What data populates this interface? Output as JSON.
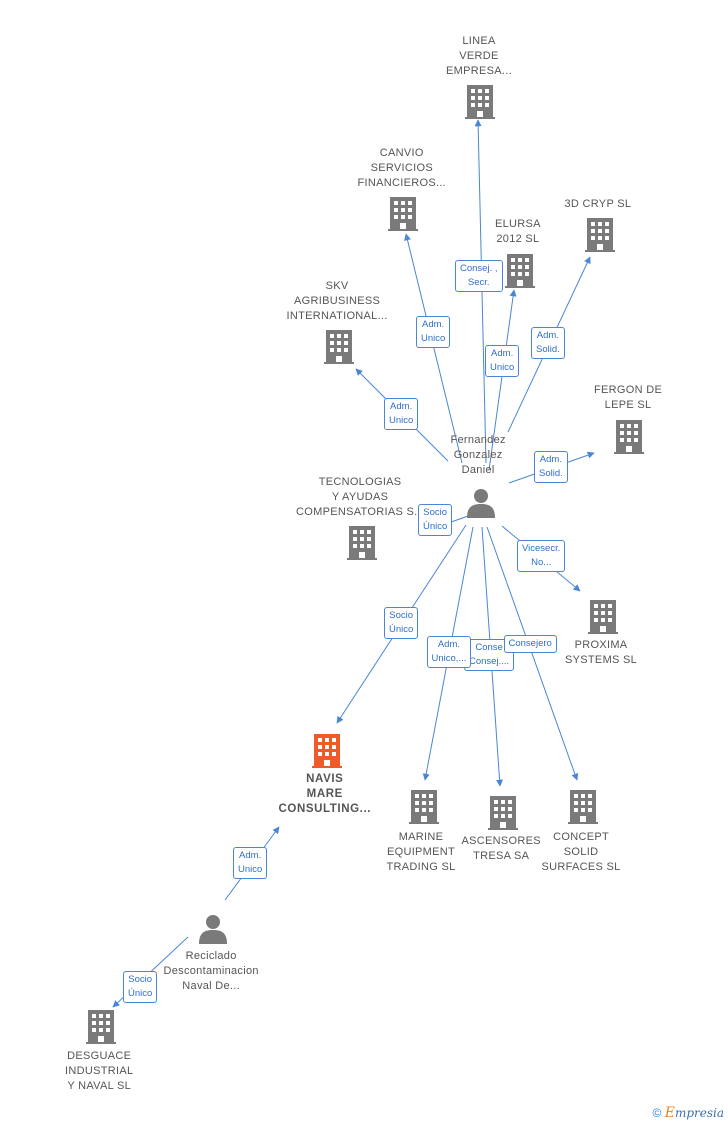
{
  "colors": {
    "edge": "#4a86d6",
    "building": "#7a7a7a",
    "focal_building": "#f05a28",
    "person": "#7a7a7a"
  },
  "nodes": [
    {
      "id": "linea",
      "type": "building-icon",
      "lines": [
        "LINEA",
        "VERDE",
        "EMPRESA..."
      ]
    },
    {
      "id": "canvio",
      "type": "building-icon",
      "lines": [
        "CANVIO",
        "SERVICIOS",
        "FINANCIEROS..."
      ]
    },
    {
      "id": "elursa",
      "type": "building-icon",
      "lines": [
        "ELURSA",
        "2012 SL"
      ]
    },
    {
      "id": "cryp",
      "type": "building-icon",
      "lines": [
        "3D CRYP SL"
      ]
    },
    {
      "id": "skv",
      "type": "building-icon",
      "lines": [
        "SKV",
        "AGRIBUSINESS",
        "INTERNATIONAL..."
      ]
    },
    {
      "id": "fergon",
      "type": "building-icon",
      "lines": [
        "FERGON DE",
        "LEPE  SL"
      ]
    },
    {
      "id": "fernandez",
      "type": "person-icon",
      "lines": [
        "Fernandez",
        "Gonzalez",
        "Daniel"
      ]
    },
    {
      "id": "tecnologias",
      "type": "building-icon",
      "lines": [
        "TECNOLOGIAS",
        "Y AYUDAS",
        "COMPENSATORIAS S..."
      ]
    },
    {
      "id": "proxima",
      "type": "building-icon",
      "lines": [
        "PROXIMA",
        "SYSTEMS SL"
      ]
    },
    {
      "id": "navis",
      "type": "building-icon",
      "focal": true,
      "lines": [
        "NAVIS",
        "MARE",
        "CONSULTING..."
      ]
    },
    {
      "id": "marine",
      "type": "building-icon",
      "lines": [
        "MARINE",
        "EQUIPMENT",
        "TRADING  SL"
      ]
    },
    {
      "id": "ascensores",
      "type": "building-icon",
      "lines": [
        "ASCENSORES",
        "TRESA SA"
      ]
    },
    {
      "id": "concept",
      "type": "building-icon",
      "lines": [
        "CONCEPT",
        "SOLID",
        "SURFACES  SL"
      ]
    },
    {
      "id": "reciclado",
      "type": "person-icon",
      "lines": [
        "Reciclado",
        "Descontaminacion",
        "Naval De..."
      ]
    },
    {
      "id": "desguace",
      "type": "building-icon",
      "lines": [
        "DESGUACE",
        "INDUSTRIAL",
        "Y NAVAL SL"
      ]
    }
  ],
  "edges": [
    {
      "from": "fernandez",
      "to": "linea",
      "lines": [
        "Consej. ,",
        "Secr."
      ]
    },
    {
      "from": "fernandez",
      "to": "canvio",
      "lines": [
        "Adm.",
        "Unico"
      ]
    },
    {
      "from": "fernandez",
      "to": "elursa",
      "lines": [
        "Adm.",
        "Unico"
      ]
    },
    {
      "from": "fernandez",
      "to": "cryp",
      "lines": [
        "Adm.",
        "Solid."
      ]
    },
    {
      "from": "fernandez",
      "to": "skv",
      "lines": [
        "Adm.",
        "Unico"
      ]
    },
    {
      "from": "fernandez",
      "to": "fergon",
      "lines": [
        "Adm.",
        "Solid."
      ]
    },
    {
      "from": "fernandez",
      "to": "tecnologias",
      "lines": [
        "Socio",
        "Único"
      ]
    },
    {
      "from": "fernandez",
      "to": "proxima",
      "lines": [
        "Vicesecr.",
        "No..."
      ]
    },
    {
      "from": "fernandez",
      "to": "navis",
      "lines": [
        "Socio",
        "Único"
      ]
    },
    {
      "from": "fernandez",
      "to": "ascensores",
      "lines": [
        "Conse",
        "Consej...."
      ]
    },
    {
      "from": "fernandez",
      "to": "marine",
      "lines": [
        "Adm.",
        "Unico,..."
      ]
    },
    {
      "from": "fernandez",
      "to": "concept",
      "lines": [
        "Consejero"
      ]
    },
    {
      "from": "reciclado",
      "to": "navis",
      "lines": [
        "Adm.",
        "Unico"
      ]
    },
    {
      "from": "reciclado",
      "to": "desguace",
      "lines": [
        "Socio",
        "Único"
      ]
    }
  ],
  "footer": {
    "copyright": "©",
    "brand_initial": "E",
    "brand_rest": "mpresia"
  }
}
